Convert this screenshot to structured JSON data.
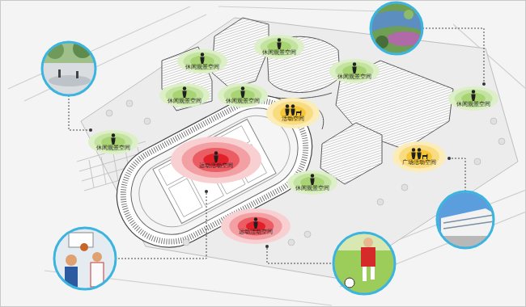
{
  "diagram": {
    "nodes": [
      {
        "text": [
          "休闲观景空间"
        ]
      },
      {
        "text": [
          "休闲观景空间"
        ]
      },
      {
        "text": [
          "休闲观景空间"
        ]
      },
      {
        "text": [
          "休闲观景空间"
        ]
      },
      {
        "text": [
          "休闲观景空间"
        ]
      },
      {
        "text": [
          "休闲观景空间"
        ]
      },
      {
        "text": [
          "活动空间"
        ]
      },
      {
        "text": [
          "休闲观景空间"
        ]
      },
      {
        "text": [
          "广场活动空间"
        ]
      },
      {
        "text": [
          "运动活动空间"
        ]
      },
      {
        "text": [
          "休闲观景空间"
        ]
      },
      {
        "text": [
          "运动活动空间"
        ]
      }
    ]
  }
}
